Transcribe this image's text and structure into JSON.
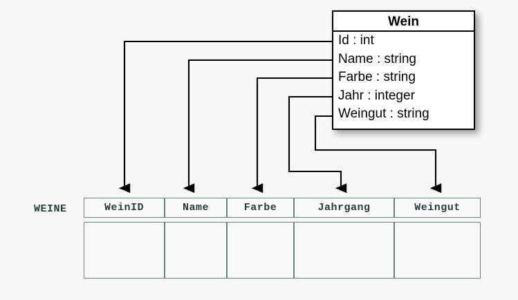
{
  "diagram": {
    "title": "Wein",
    "background_color": "#f7f7f7",
    "line_color": "#000000",
    "table_border_color": "#6e8086",
    "table_text_color": "#2b3c40"
  },
  "uml_class": {
    "name": "Wein",
    "attributes": [
      {
        "label": "Id : int"
      },
      {
        "label": "Name : string"
      },
      {
        "label": "Farbe : string"
      },
      {
        "label": "Jahr : integer"
      },
      {
        "label": "Weingut : string"
      }
    ]
  },
  "relational_table": {
    "name": "WEINE",
    "columns": [
      {
        "label": "WeinID"
      },
      {
        "label": "Name"
      },
      {
        "label": "Farbe"
      },
      {
        "label": "Jahrgang"
      },
      {
        "label": "Weingut"
      }
    ],
    "rows": [
      [
        "",
        "",
        "",
        "",
        ""
      ]
    ]
  },
  "mappings": [
    {
      "from": "Id : int",
      "to": "WeinID"
    },
    {
      "from": "Name : string",
      "to": "Name"
    },
    {
      "from": "Farbe : string",
      "to": "Farbe"
    },
    {
      "from": "Jahr : integer",
      "to": "Jahrgang"
    },
    {
      "from": "Weingut : string",
      "to": "Weingut"
    }
  ]
}
